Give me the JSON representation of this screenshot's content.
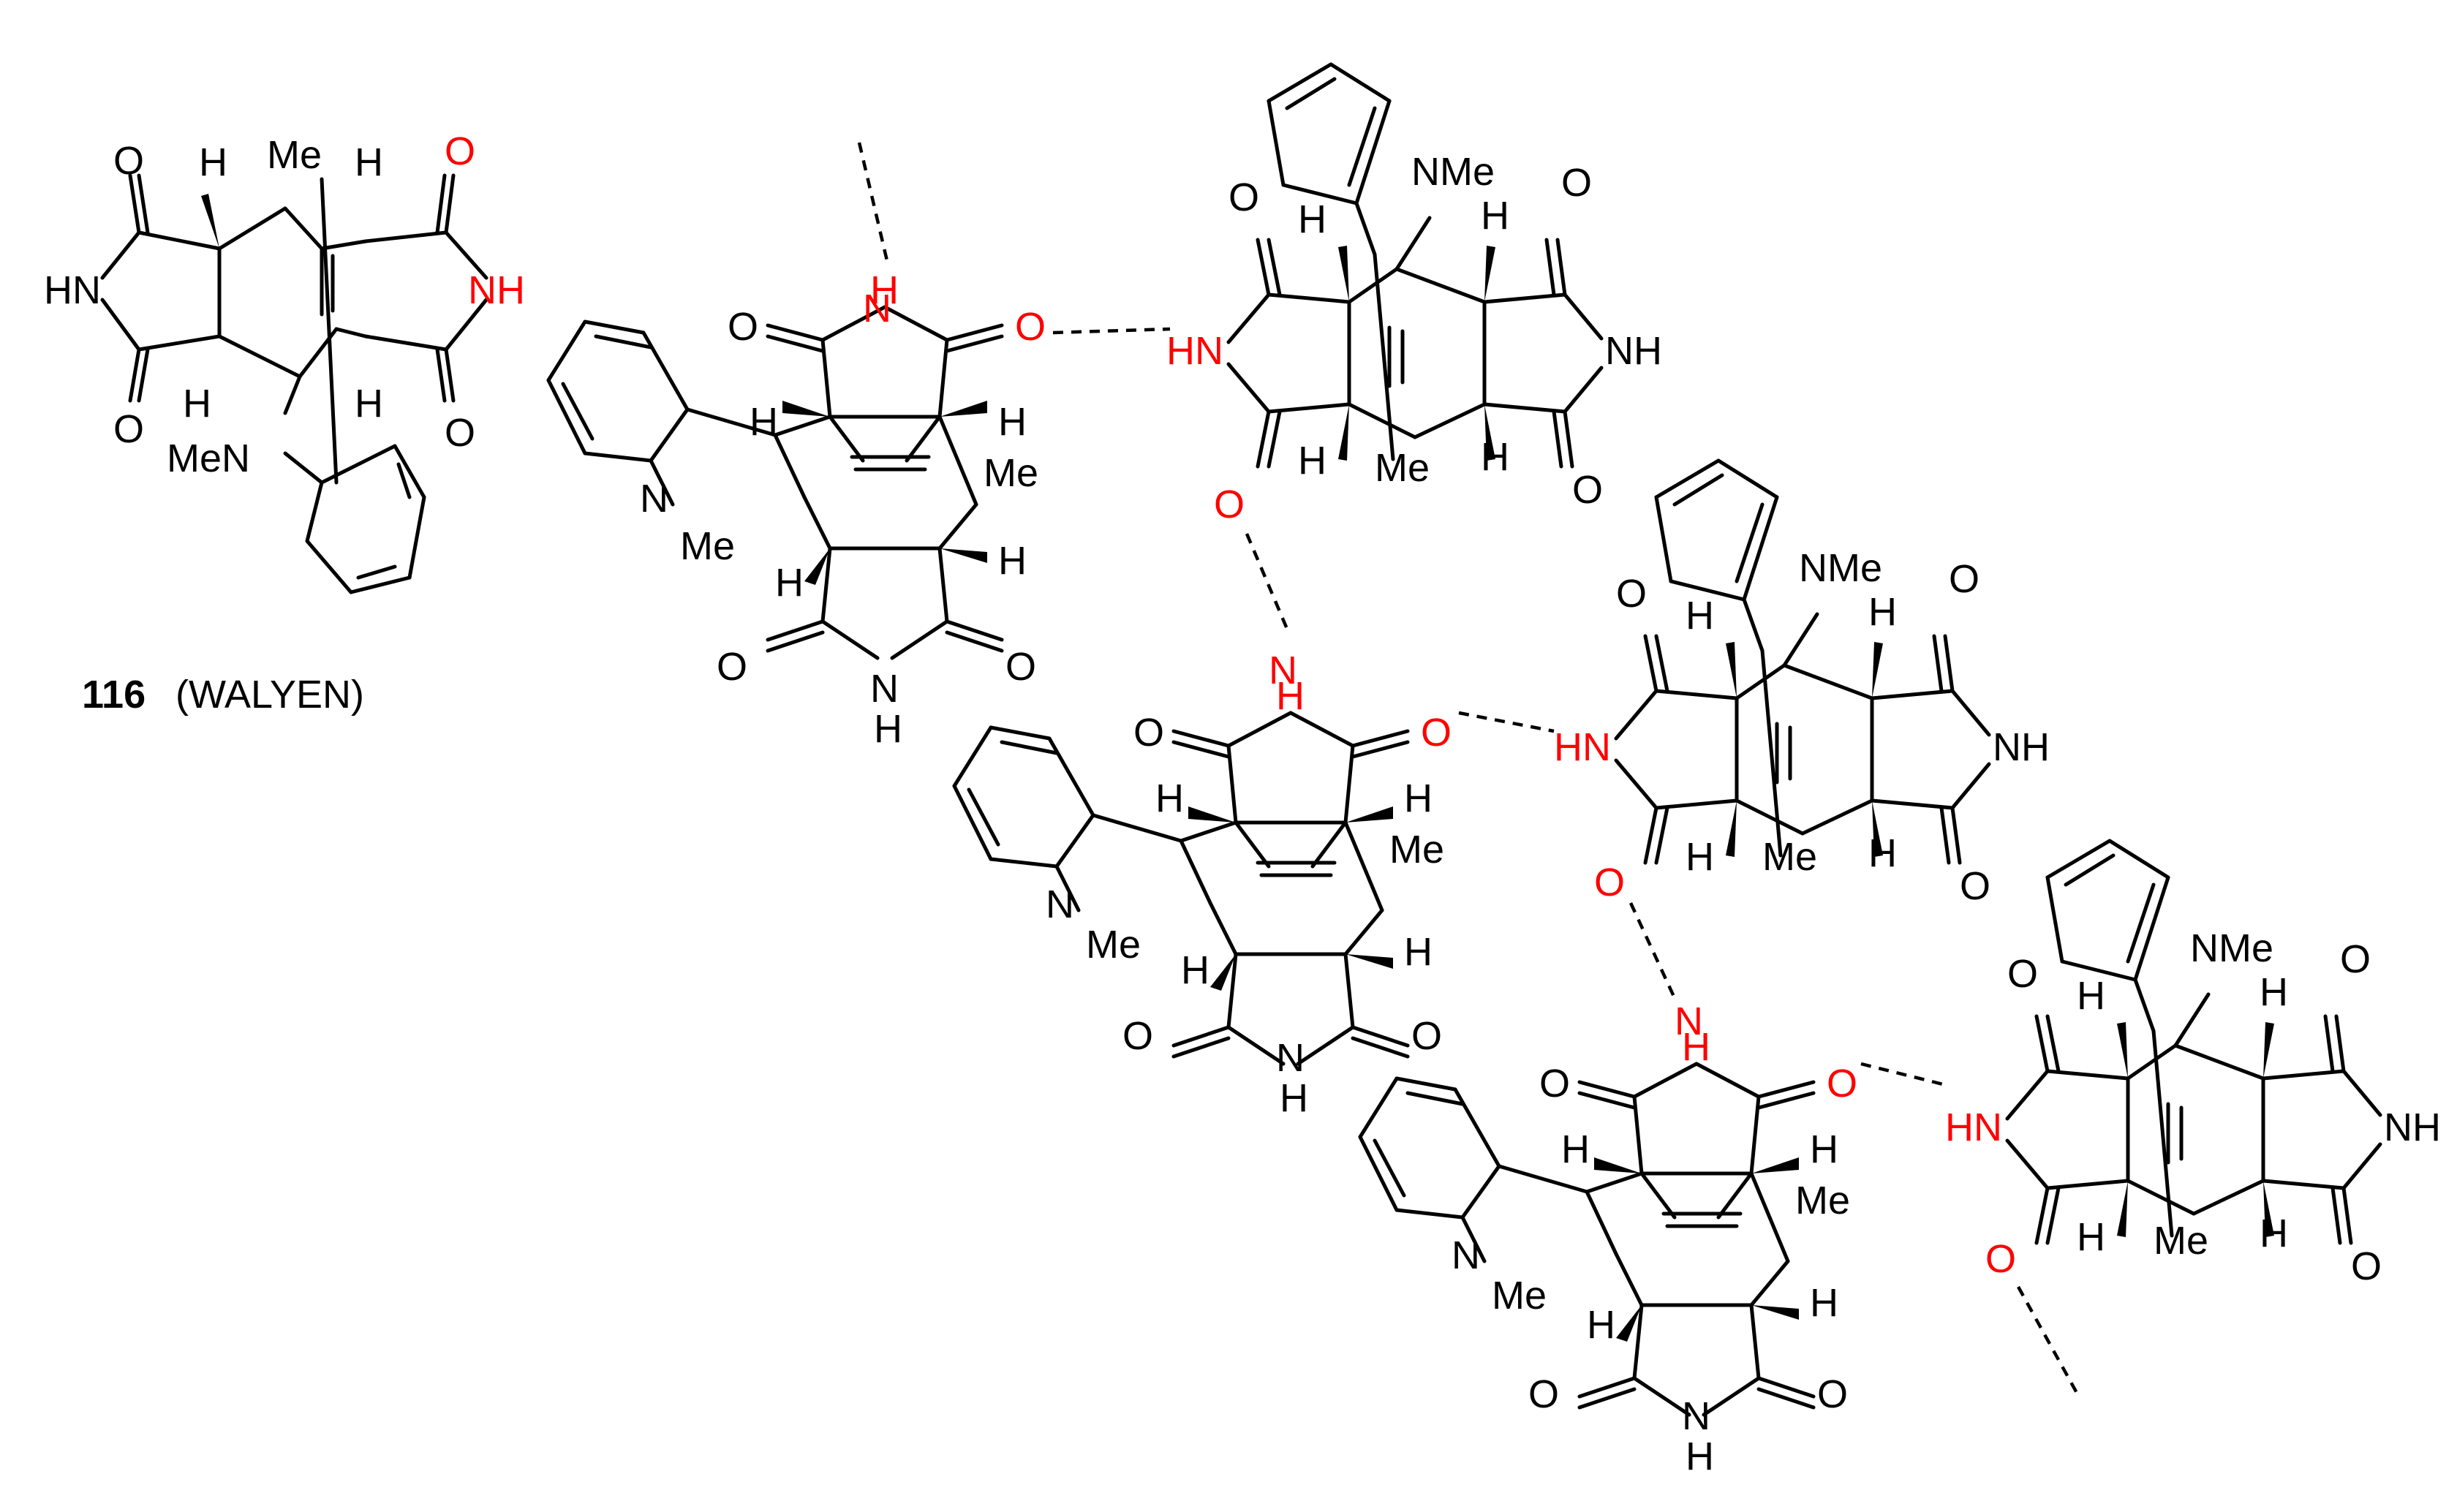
{
  "figure": {
    "compound_number": "116",
    "compound_code": "(WALYEN)"
  },
  "labels": {
    "O": "O",
    "H": "H",
    "HN": "HN",
    "NH": "NH",
    "N": "N",
    "NMe": "NMe",
    "MeN": "MeN",
    "Me": "Me"
  },
  "colors": {
    "bond": "#000000",
    "highlight": "#ff0000",
    "text": "#000000",
    "background": "#ffffff"
  }
}
